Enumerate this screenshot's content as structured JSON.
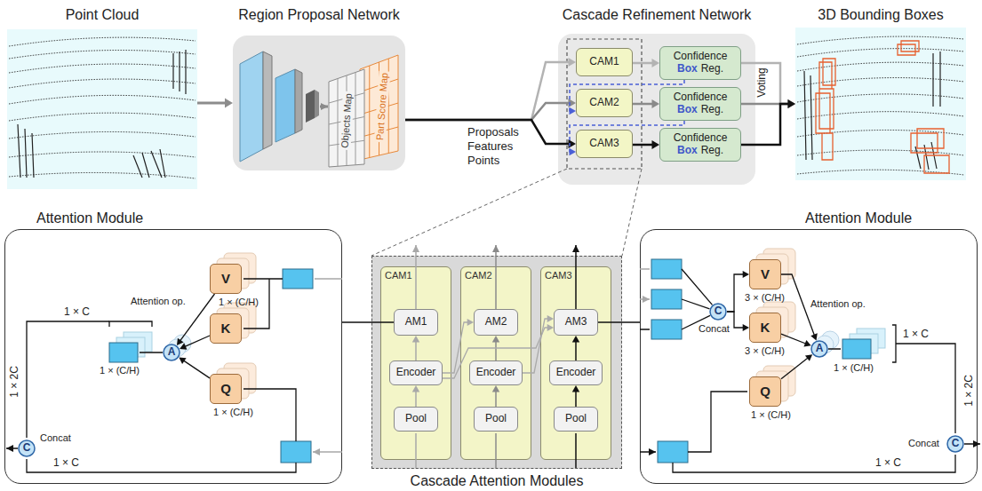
{
  "diagram": {
    "nodes": [
      {
        "text": [
          "Point Cloud"
        ]
      },
      {
        "text": [
          "Region Proposal Network"
        ]
      },
      {
        "text": [
          "Cascade Refinement Network"
        ]
      },
      {
        "text": [
          "CAM1"
        ],
        "in": 2
      },
      {
        "text": [
          "Confidence",
          "Box",
          "Reg."
        ],
        "in": 2
      },
      {
        "text": [
          "CAM2"
        ],
        "in": 2
      },
      {
        "text": [
          "Confidence",
          "Box",
          "Reg."
        ],
        "in": 2
      },
      {
        "text": [
          "CAM3"
        ],
        "in": 2
      },
      {
        "text": [
          "Confidence",
          "Box",
          "Reg."
        ],
        "in": 2
      },
      {
        "text": [
          "3D Bounding Boxes"
        ]
      },
      {
        "text": [
          "Attention Module"
        ]
      },
      {
        "text": [
          "V"
        ],
        "in": 10
      },
      {
        "text": [
          "K"
        ],
        "in": 10
      },
      {
        "text": [
          "Q"
        ],
        "in": 10
      },
      {
        "text": [
          "A"
        ],
        "in": 10
      },
      {
        "text": [
          "C"
        ],
        "in": 10
      },
      {
        "text": [
          "Cascade Attention Modules"
        ]
      },
      {
        "text": [
          "CAM1"
        ],
        "in": 16
      },
      {
        "text": [
          "AM1"
        ],
        "in": 17
      },
      {
        "text": [
          "Encoder"
        ],
        "in": 17
      },
      {
        "text": [
          "Pool"
        ],
        "in": 17
      },
      {
        "text": [
          "CAM2"
        ],
        "in": 16
      },
      {
        "text": [
          "AM2"
        ],
        "in": 21
      },
      {
        "text": [
          "Encoder"
        ],
        "in": 21
      },
      {
        "text": [
          "Pool"
        ],
        "in": 21
      },
      {
        "text": [
          "CAM3"
        ],
        "in": 16
      },
      {
        "text": [
          "AM3"
        ],
        "in": 25
      },
      {
        "text": [
          "Encoder"
        ],
        "in": 25
      },
      {
        "text": [
          "Pool"
        ],
        "in": 25
      },
      {
        "text": [
          "Attention Module"
        ]
      },
      {
        "text": [
          "C"
        ],
        "in": 29
      },
      {
        "text": [
          "V"
        ],
        "in": 29
      },
      {
        "text": [
          "K"
        ],
        "in": 29
      },
      {
        "text": [
          "Q"
        ],
        "in": 29
      },
      {
        "text": [
          "A"
        ],
        "in": 29
      },
      {
        "text": [
          "C"
        ],
        "in": 29
      }
    ],
    "edges": [
      {
        "from": 0,
        "to": 1,
        "arrow": "to"
      },
      {
        "from": 1,
        "to": 3,
        "arrow": "to"
      },
      {
        "from": 1,
        "to": 5,
        "arrow": "to"
      },
      {
        "from": 1,
        "to": 7,
        "arrow": "to"
      },
      {
        "from": 3,
        "to": 4,
        "arrow": "to"
      },
      {
        "from": 5,
        "to": 6,
        "arrow": "to"
      },
      {
        "from": 7,
        "to": 8,
        "arrow": "to"
      },
      {
        "from": 4,
        "to": 9,
        "arrow": "to"
      },
      {
        "from": 6,
        "to": 9,
        "arrow": "to"
      },
      {
        "from": 8,
        "to": 9,
        "arrow": "to"
      },
      {
        "from": 4,
        "to": 5,
        "arrow": "to"
      },
      {
        "from": 6,
        "to": 7,
        "arrow": "to"
      },
      {
        "from": 11,
        "to": 14,
        "arrow": "to"
      },
      {
        "from": 12,
        "to": 14,
        "arrow": "to"
      },
      {
        "from": 13,
        "to": 14,
        "arrow": "to"
      },
      {
        "from": 18,
        "to": 10,
        "arrow": "none"
      },
      {
        "from": 20,
        "to": 19,
        "arrow": "to"
      },
      {
        "from": 19,
        "to": 18,
        "arrow": "to"
      },
      {
        "from": 24,
        "to": 23,
        "arrow": "to"
      },
      {
        "from": 23,
        "to": 22,
        "arrow": "to"
      },
      {
        "from": 28,
        "to": 27,
        "arrow": "to"
      },
      {
        "from": 27,
        "to": 26,
        "arrow": "to"
      },
      {
        "from": 19,
        "to": 22,
        "arrow": "to"
      },
      {
        "from": 19,
        "to": 26,
        "arrow": "to"
      },
      {
        "from": 23,
        "to": 26,
        "arrow": "to"
      },
      {
        "from": 26,
        "to": 29,
        "arrow": "none"
      },
      {
        "from": 30,
        "to": 31,
        "arrow": "to"
      },
      {
        "from": 30,
        "to": 32,
        "arrow": "to"
      },
      {
        "from": 31,
        "to": 34,
        "arrow": "to"
      },
      {
        "from": 32,
        "to": 34,
        "arrow": "to"
      },
      {
        "from": 33,
        "to": 34,
        "arrow": "to"
      }
    ],
    "labels": [
      "Objects Map",
      "Part Score Map",
      "Proposals Features Points",
      "Voting",
      "1 × C",
      "Attention op.",
      "1 × (C/H)",
      "1 × (C/H)",
      "1 × (C/H)",
      "1 × 2C",
      "Concat",
      "1 × C",
      "Concat",
      "3 × (C/H)",
      "3 × (C/H)",
      "Attention op.",
      "1 × (C/H)",
      "1 × C",
      "1 × (C/H)",
      "1 × 2C",
      "Concat",
      "1 × C"
    ]
  }
}
